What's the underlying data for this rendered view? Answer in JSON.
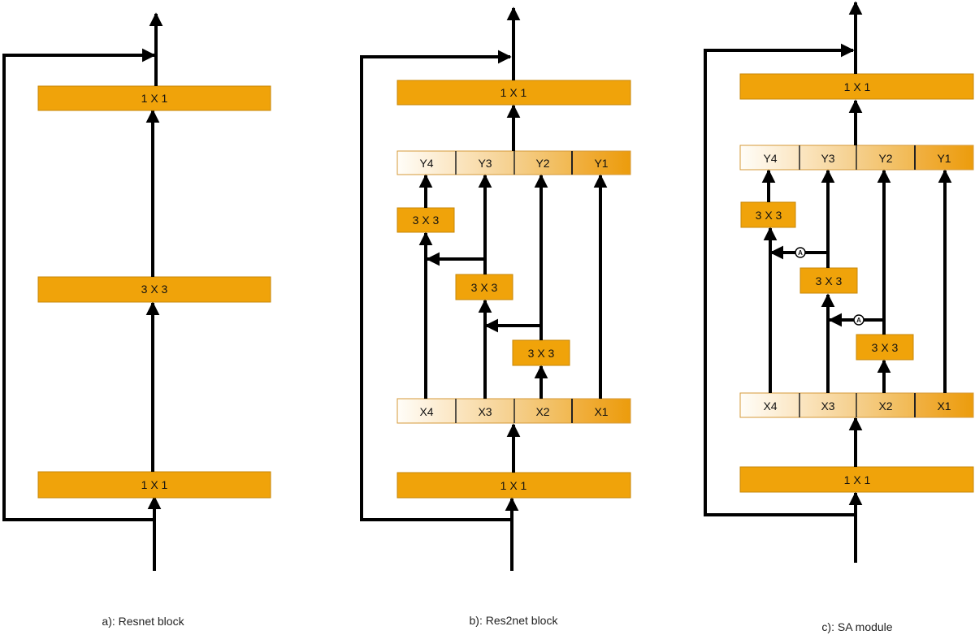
{
  "resnet": {
    "top_conv": "1 X 1",
    "mid_conv": "3 X 3",
    "bottom_conv": "1 X 1",
    "caption": "a): Resnet block"
  },
  "res2net": {
    "top_conv": "1 X 1",
    "bottom_conv": "1 X 1",
    "y_splits": [
      "Y4",
      "Y3",
      "Y2",
      "Y1"
    ],
    "x_splits": [
      "X4",
      "X3",
      "X2",
      "X1"
    ],
    "conv_a": "3 X 3",
    "conv_b": "3 X 3",
    "conv_c": "3 X 3",
    "caption": "b): Res2net block"
  },
  "sa": {
    "top_conv": "1 X 1",
    "bottom_conv": "1 X 1",
    "y_splits": [
      "Y4",
      "Y3",
      "Y2",
      "Y1"
    ],
    "x_splits": [
      "X4",
      "X3",
      "X2",
      "X1"
    ],
    "conv_a": "3 X 3",
    "conv_b": "3 X 3",
    "conv_c": "3 X 3",
    "attention_symbol": "A",
    "caption": "c): SA module"
  },
  "colors": {
    "conv_fill": "#f0a30a",
    "split_gradient": [
      "#fff8ec",
      "#f7d8a4",
      "#f3c06a",
      "#efa21a"
    ]
  }
}
